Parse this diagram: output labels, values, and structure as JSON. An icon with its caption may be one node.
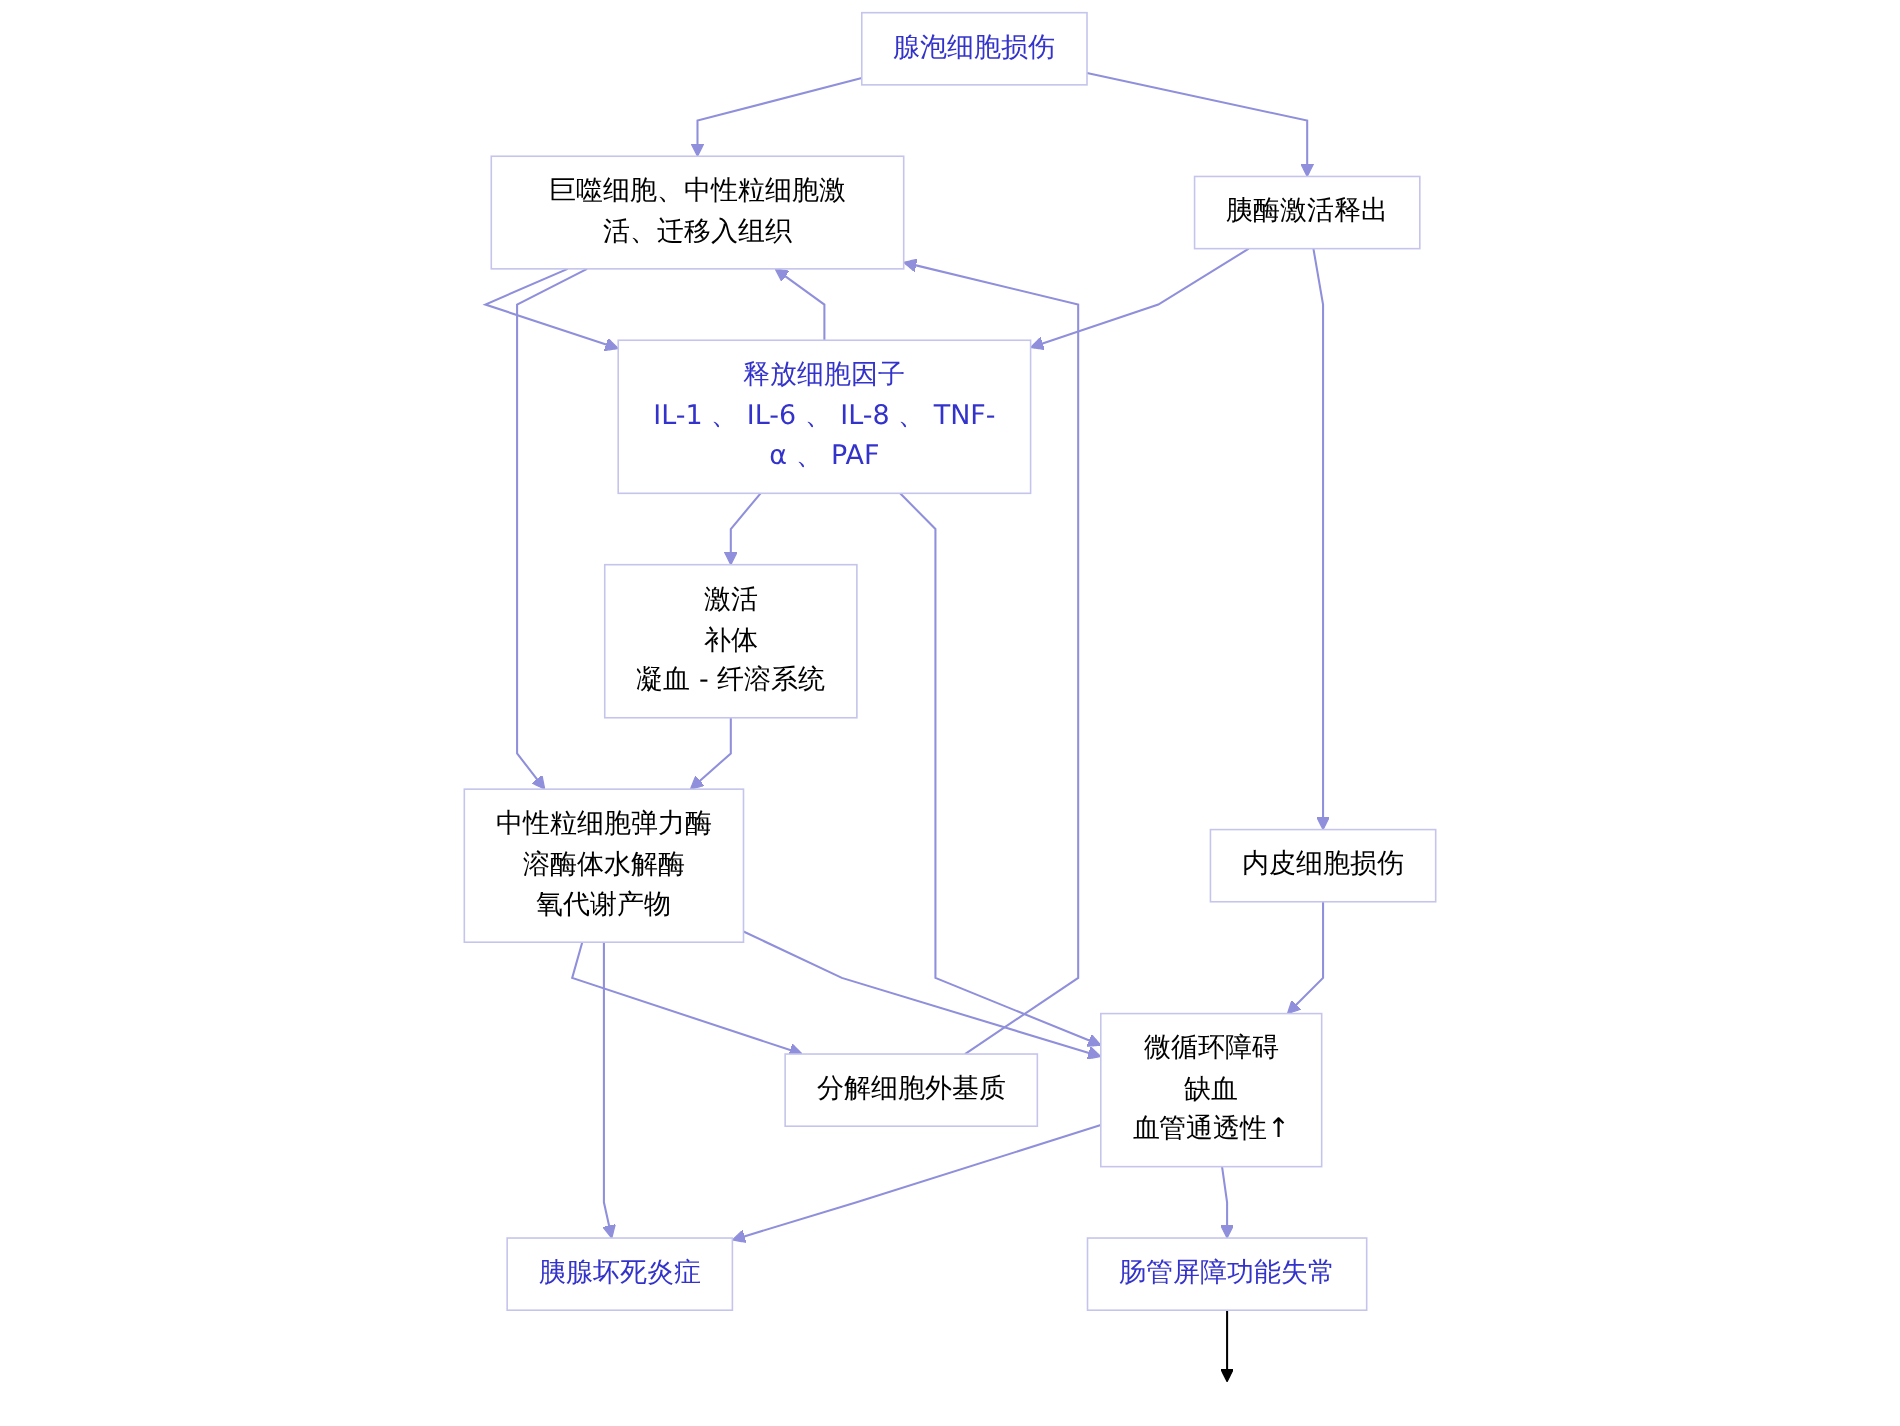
{
  "diagram": {
    "nodes": [
      {
        "text": [
          "腺泡细胞损伤"
        ]
      },
      {
        "text": [
          "巨噬细胞、中性粒细胞激活、迁移入组织"
        ]
      },
      {
        "text": [
          "胰酶激活释出"
        ]
      },
      {
        "text": [
          "释放细胞因子",
          "IL-1 、 IL-6 、 IL-8 、 TNF-α 、 PAF"
        ]
      },
      {
        "text": [
          "激活",
          "补体",
          "凝血 - 纤溶系统"
        ]
      },
      {
        "text": [
          "内皮细胞损伤"
        ]
      },
      {
        "text": [
          "微循环障碍",
          "缺血",
          "血管通透性↑"
        ]
      },
      {
        "text": [
          "中性粒细胞弹力酶",
          "溶酶体水解酶",
          "氧代谢产物"
        ]
      },
      {
        "text": [
          "分解细胞外基质"
        ]
      },
      {
        "text": [
          "胰腺坏死炎症"
        ]
      },
      {
        "text": [
          "肠管屏障功能失常"
        ]
      }
    ],
    "edges": [
      {
        "from": 0,
        "to": 1,
        "arrow": "to"
      },
      {
        "from": 0,
        "to": 2,
        "arrow": "to"
      },
      {
        "from": 1,
        "to": 3,
        "arrow": "to"
      },
      {
        "from": 3,
        "to": 1,
        "arrow": "to"
      },
      {
        "from": 2,
        "to": 3,
        "arrow": "to"
      },
      {
        "from": 2,
        "to": 5,
        "arrow": "to"
      },
      {
        "from": 3,
        "to": 4,
        "arrow": "to"
      },
      {
        "from": 3,
        "to": 6,
        "arrow": "to"
      },
      {
        "from": 5,
        "to": 6,
        "arrow": "to"
      },
      {
        "from": 4,
        "to": 7,
        "arrow": "to"
      },
      {
        "from": 1,
        "to": 7,
        "arrow": "to"
      },
      {
        "from": 8,
        "to": 1,
        "arrow": "to"
      },
      {
        "from": 7,
        "to": 8,
        "arrow": "to"
      },
      {
        "from": 7,
        "to": 9,
        "arrow": "to"
      },
      {
        "from": 7,
        "to": 6,
        "arrow": "to"
      },
      {
        "from": 6,
        "to": 9,
        "arrow": "to"
      },
      {
        "from": 6,
        "to": 10,
        "arrow": "to"
      },
      {
        "from": 10,
        "to": null,
        "arrow": "to",
        "color": "#000000"
      }
    ]
  }
}
